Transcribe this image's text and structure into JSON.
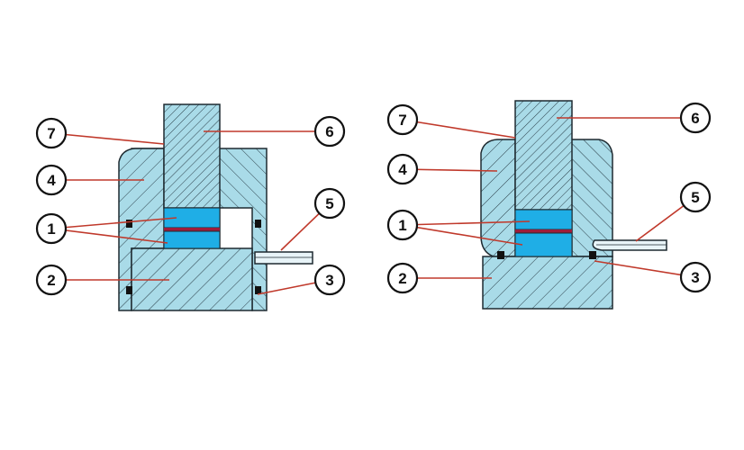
{
  "colors": {
    "body": "#a9dbe8",
    "hatch": "#2a3e48",
    "outline": "#1e2a30",
    "pellet": "#1faee6",
    "separator": "#9e1c3a",
    "leader": "#c0392b",
    "seal": "#111111",
    "tube": "#e8f4f8"
  },
  "diagrams": [
    {
      "id": "left",
      "callouts": [
        {
          "num": "7"
        },
        {
          "num": "6"
        },
        {
          "num": "4"
        },
        {
          "num": "1"
        },
        {
          "num": "5"
        },
        {
          "num": "2"
        },
        {
          "num": "3"
        }
      ]
    },
    {
      "id": "right",
      "callouts": [
        {
          "num": "7"
        },
        {
          "num": "6"
        },
        {
          "num": "4"
        },
        {
          "num": "1"
        },
        {
          "num": "5"
        },
        {
          "num": "2"
        },
        {
          "num": "3"
        }
      ]
    }
  ]
}
